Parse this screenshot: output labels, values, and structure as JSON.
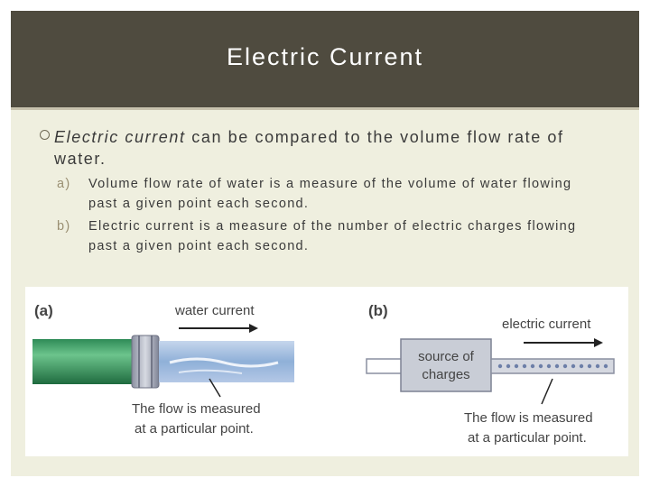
{
  "title": "Electric Current",
  "bullet": {
    "emphasis": "Electric current",
    "rest": " can be compared to the volume flow rate of water."
  },
  "subpoints": [
    {
      "label": "a)",
      "text": "Volume flow rate of water is a measure of the volume of water flowing past a given point each second."
    },
    {
      "label": "b)",
      "text": "Electric current is a measure of the number of electric charges flowing past a given point each second."
    }
  ],
  "figure": {
    "panel_a": {
      "tag": "(a)",
      "arrow_label": "water current",
      "caption_line1": "The flow is measured",
      "caption_line2": "at a particular point."
    },
    "panel_b": {
      "tag": "(b)",
      "arrow_label": "electric current",
      "box_line1": "source of",
      "box_line2": "charges",
      "caption_line1": "The flow is measured",
      "caption_line2": "at a particular point."
    }
  }
}
